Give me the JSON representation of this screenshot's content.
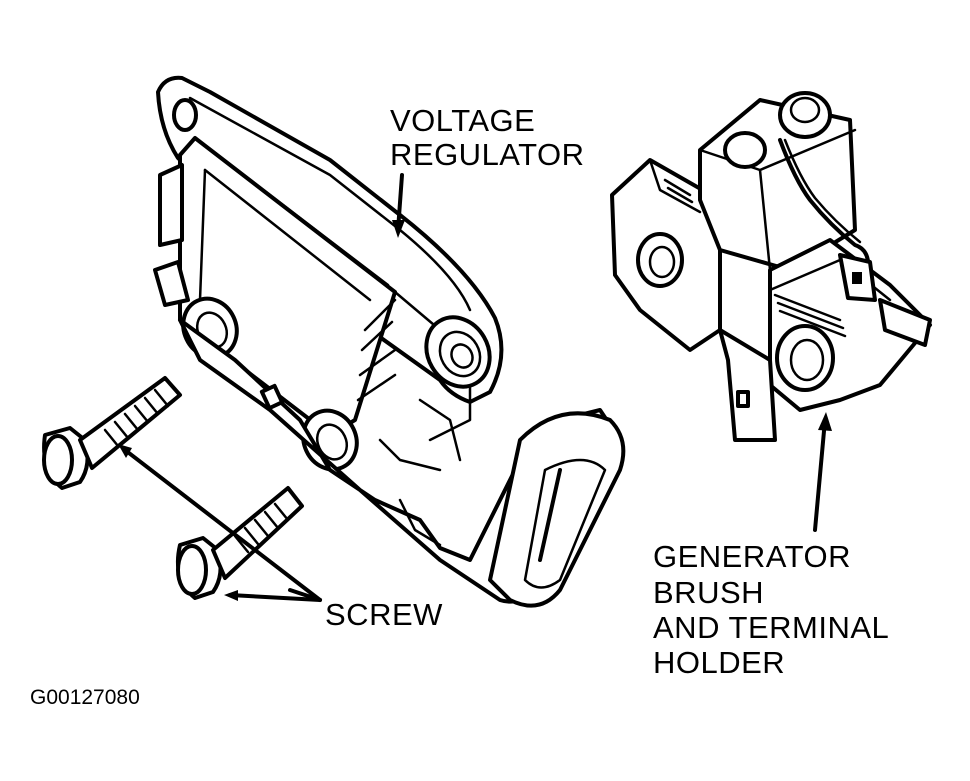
{
  "labels": {
    "voltage_regulator": [
      "VOLTAGE",
      "REGULATOR"
    ],
    "generator_holder": [
      "GENERATOR",
      "BRUSH",
      "AND TERMINAL",
      "HOLDER"
    ],
    "screw": "SCREW",
    "figure_code": "G00127080"
  }
}
